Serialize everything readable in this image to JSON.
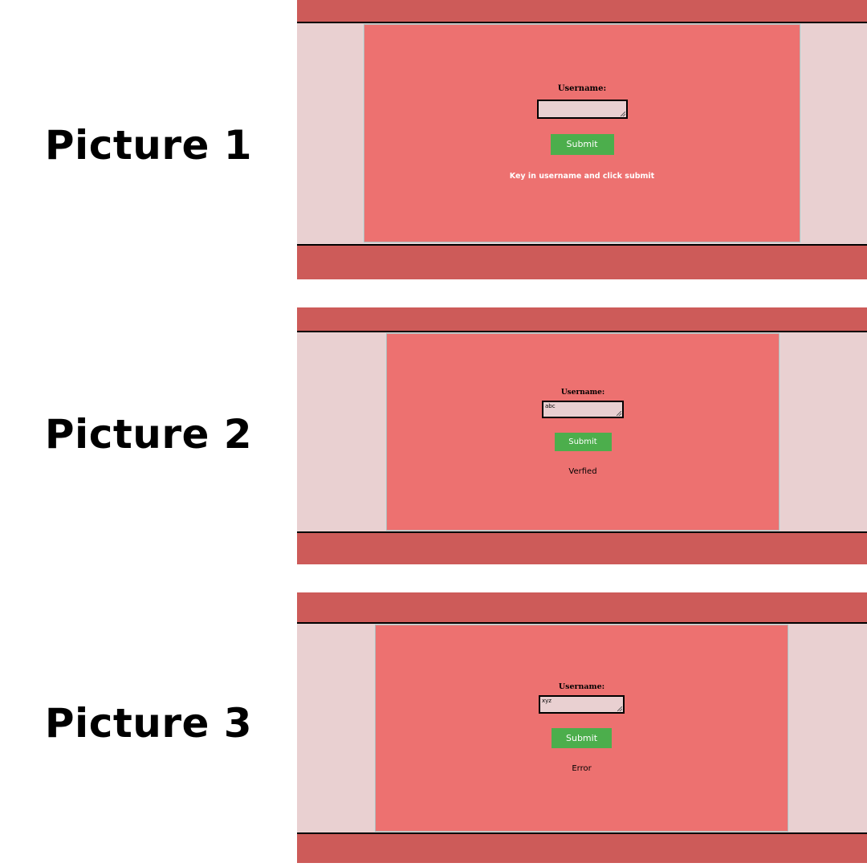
{
  "rows": [
    {
      "label": "Picture 1",
      "username_label": "Username:",
      "input_value": "",
      "submit_label": "Submit",
      "status": "Key in username and click submit"
    },
    {
      "label": "Picture 2",
      "username_label": "Username:",
      "input_value": "abc",
      "submit_label": "Submit",
      "status": "Verfied"
    },
    {
      "label": "Picture 3",
      "username_label": "Username:",
      "input_value": "xyz",
      "submit_label": "Submit",
      "status": "Error"
    }
  ],
  "colors": {
    "header_footer": "#cd5b59",
    "panel": "#ed7170",
    "background": "#e9d0d1",
    "submit": "#4cae4c"
  }
}
